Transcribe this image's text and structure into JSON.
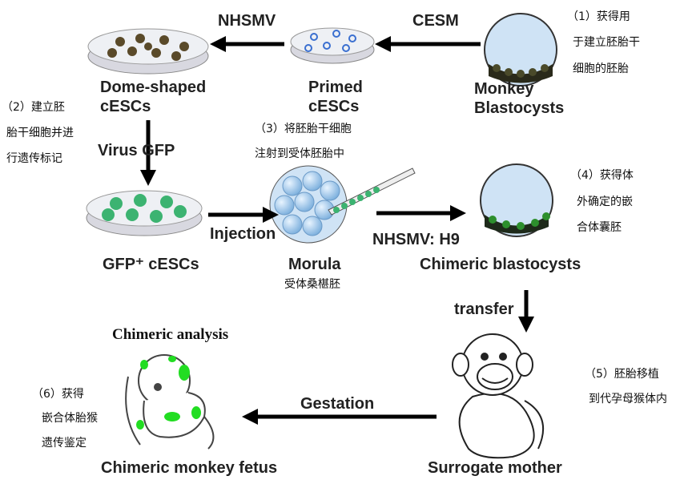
{
  "arrows": {
    "nhsmv": "NHSMV",
    "cesm": "CESM",
    "virus_gfp": "Virus GFP",
    "injection": "Injection",
    "nhsmv_h9": "NHSMV: H9",
    "transfer": "transfer",
    "gestation": "Gestation"
  },
  "labels": {
    "dome_1": "Dome-shaped",
    "dome_2": "cESCs",
    "primed_1": "Primed",
    "primed_2": "cESCs",
    "monkey_1": "Monkey",
    "monkey_2": "Blastocysts",
    "gfp": "GFP⁺ cESCs",
    "morula": "Morula",
    "morula_zh": "受体桑椹胚",
    "chimeric_blastocysts": "Chimeric blastocysts",
    "chimeric_analysis": "Chimeric analysis",
    "fetus": "Chimeric monkey fetus",
    "surrogate": "Surrogate mother"
  },
  "notes": {
    "n1": [
      "（1）获得用",
      "于建立胚胎干",
      "细胞的胚胎"
    ],
    "n2": [
      "（2）建立胚",
      "胎干细胞并进",
      "行遗传标记"
    ],
    "n3": [
      "（3）将胚胎干细胞",
      "注射到受体胚胎中"
    ],
    "n4": [
      "（4）获得体",
      "外确定的嵌",
      "合体囊胚"
    ],
    "n5": [
      "（5）胚胎移植",
      "到代孕母猴体内"
    ],
    "n6": [
      "（6）获得",
      "嵌合体胎猴",
      "遗传鉴定"
    ]
  },
  "colors": {
    "gfp": "#3cb371",
    "cells": "#5a4a2a",
    "primed": "#3a6fd0",
    "chimeric_mark": "#22dd22"
  }
}
